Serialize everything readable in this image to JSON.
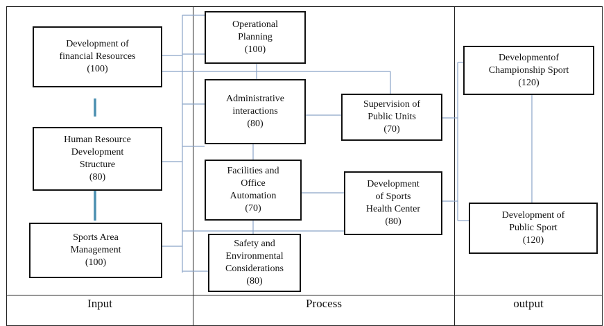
{
  "columns": {
    "input": "Input",
    "process": "Process",
    "output": "output"
  },
  "boxes": {
    "financial": "Development of\nfinancial Resources\n(100)",
    "human": "Human Resource\nDevelopment\nStructure\n(80)",
    "sports_area": "Sports Area\nManagement\n(100)",
    "operational": "Operational\nPlanning\n(100)",
    "administrative": "Administrative\ninteractions\n(80)",
    "facilities": "Facilities and\nOffice\nAutomation\n(70)",
    "safety": "Safety and\nEnvironmental\nConsiderations\n(80)",
    "supervision": "Supervision of\nPublic Units\n(70)",
    "health_center": "Development\nof Sports\nHealth Center\n(80)",
    "championship": "Developmentof\nChampionship Sport\n(120)",
    "public_sport": "Development of\nPublic Sport\n(120)"
  },
  "colors": {
    "border": "#111111",
    "connector": "#8aa4c8",
    "thick_connector": "#4a8fb0",
    "frame": "#222222"
  }
}
